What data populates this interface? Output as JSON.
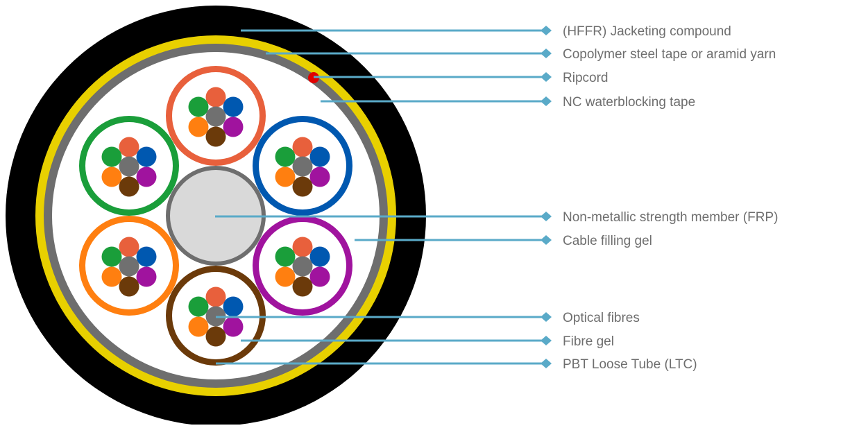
{
  "colors": {
    "jacket": "#000000",
    "armour": "#e8d000",
    "waterblock_tape": "#6e6e6e",
    "gel_fill": "#ffffff",
    "central_member": "#d9d9d9",
    "central_member_ring": "#6e6e6e",
    "ripcord": "#e00000",
    "leader_line": "#5aaac8",
    "label_text": "#6e6e6e"
  },
  "fibre_colors": {
    "top": "#e8603c",
    "upper_left": "#1a9e3a",
    "upper_right": "#0058b0",
    "center": "#707070",
    "lower_left": "#ff7f10",
    "lower_right": "#a0139e",
    "bottom": "#6b3a0a"
  },
  "tubes": [
    {
      "name": "tube-orange-red",
      "color": "#e8603c"
    },
    {
      "name": "tube-blue",
      "color": "#0058b0"
    },
    {
      "name": "tube-violet",
      "color": "#a0139e"
    },
    {
      "name": "tube-brown",
      "color": "#6b3a0a"
    },
    {
      "name": "tube-orange",
      "color": "#ff7f10"
    },
    {
      "name": "tube-green",
      "color": "#1a9e3a"
    }
  ],
  "labels": [
    {
      "id": "jacketing",
      "text": "(HFFR) Jacketing compound"
    },
    {
      "id": "armour",
      "text": "Copolymer steel tape or aramid yarn"
    },
    {
      "id": "ripcord",
      "text": "Ripcord"
    },
    {
      "id": "waterblocking",
      "text": "NC waterblocking tape"
    },
    {
      "id": "strength-member",
      "text": "Non-metallic strength member (FRP)"
    },
    {
      "id": "filling-gel",
      "text": "Cable filling gel"
    },
    {
      "id": "optical-fibres",
      "text": "Optical fibres"
    },
    {
      "id": "fibre-gel",
      "text": "Fibre gel"
    },
    {
      "id": "loose-tube",
      "text": "PBT Loose Tube (LTC)"
    }
  ]
}
